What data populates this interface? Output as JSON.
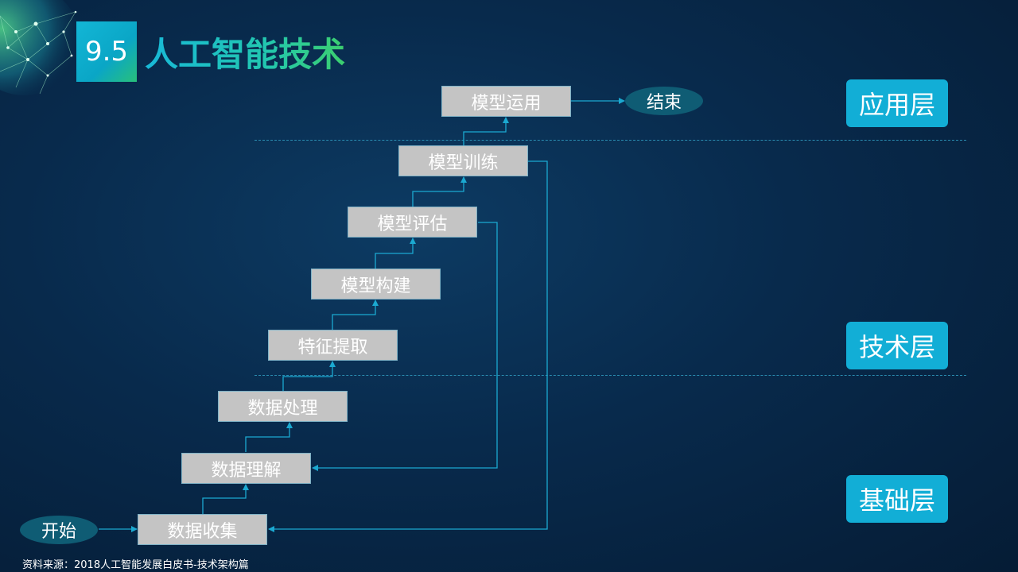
{
  "header": {
    "number": "9.5",
    "title": "人工智能技术"
  },
  "steps": {
    "start": "开始",
    "collect": "数据收集",
    "understand": "数据理解",
    "process": "数据处理",
    "feature": "特征提取",
    "build": "模型构建",
    "evaluate": "模型评估",
    "train": "模型训练",
    "apply": "模型运用",
    "end": "结束"
  },
  "layers": {
    "app": "应用层",
    "tech": "技术层",
    "base": "基础层"
  },
  "source": "资料来源：2018人工智能发展白皮书-技术架构篇",
  "colors": {
    "accent": "#12aed6",
    "box": "#c4c4c4",
    "oval": "#0f5c74",
    "line": "#1ba9d1"
  }
}
